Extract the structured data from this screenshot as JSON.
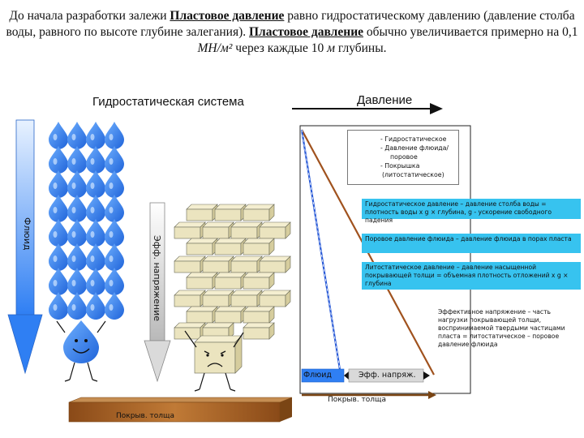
{
  "intro": {
    "p1": "До начала разработки залежи ",
    "term1": "Пластовое давление",
    "p2": " равно гидростатическому давлению (давление столба воды, равного по высоте глубине залегания). ",
    "term2": "Пластовое давление",
    "p3": " обычно увеличивается примерно на 0,1 ",
    "unit": "МН/м²",
    "p4": " через каждые 10 ",
    "unit2": "м",
    "p5": " глубины."
  },
  "header": {
    "left": "Гидростатическая система",
    "right": "Давление"
  },
  "legend": {
    "l1": "- Гидростатическое",
    "l2": "- Давление флюида/",
    "l3": "поровое",
    "l4": "- Покрышка",
    "l5": "(литостатическое)"
  },
  "notes": {
    "hydro": "Гидростатическое давление – давление столба воды = плотность воды х g × глубина, g - ускорение свободного падения",
    "pore": "Поровое давление флюида – давление флюида в порах пласта",
    "litho": "Литостатическое давление – давление насыщенной покрывающей толщи = объемная плотность отложений х g × глубина",
    "effective": "Эффективное напряжение – часть нагрузки покрывающей толщи, воспринимаемой твердыми частицами пласта = литостатическое – поровое давление флюида"
  },
  "labels": {
    "fluid_left": "Флюид",
    "eff_stress_vert": "Эфф. напряжение",
    "fluid_bottom": "Флюид",
    "eff_stress_bottom": "Эфф. напряж.",
    "overburden_arrow": "Покрыв. толща",
    "overburden_plate": "Покрыв. толща"
  },
  "colors": {
    "blue": "#2f7ff3",
    "cyan": "#37c3ef",
    "brick": "#e8e0b0",
    "litho_line": "#a0521e",
    "hydro_line": "#2a5bd7",
    "overburden": "#a0602a"
  }
}
